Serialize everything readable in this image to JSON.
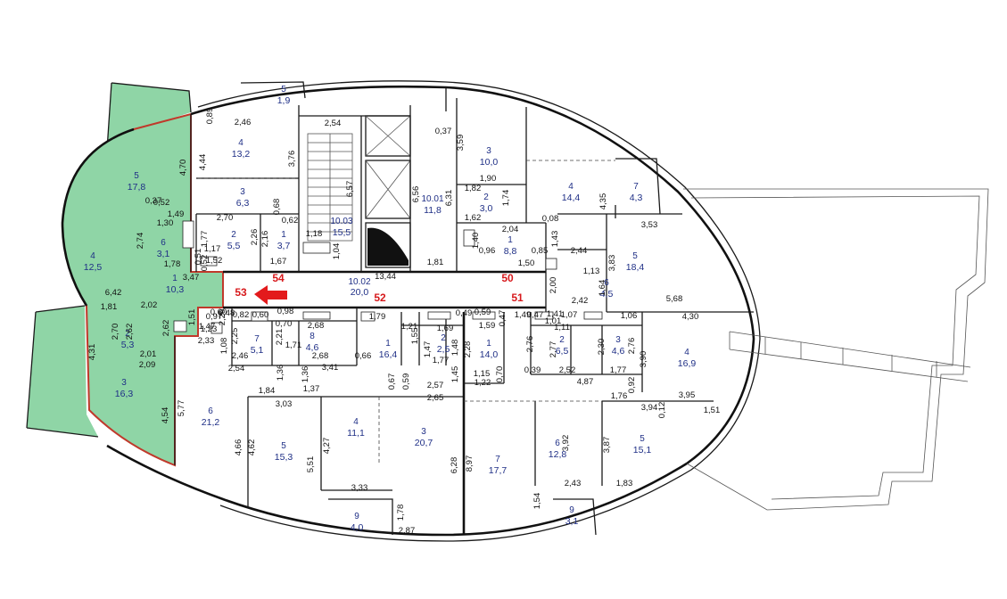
{
  "corridor": {
    "num": "10.02",
    "area": "20,0"
  },
  "rooms": [
    {
      "id": "w5",
      "num": "5",
      "area": "1,9"
    },
    {
      "id": "w4",
      "num": "4",
      "area": "13,2"
    },
    {
      "id": "w3",
      "num": "3",
      "area": "6,3"
    },
    {
      "id": "w2",
      "num": "2",
      "area": "5,5"
    },
    {
      "id": "w1",
      "num": "1",
      "area": "3,7"
    },
    {
      "id": "g5",
      "num": "5",
      "area": "17,8"
    },
    {
      "id": "g4",
      "num": "4",
      "area": "12,5"
    },
    {
      "id": "g6",
      "num": "6",
      "area": "3,1"
    },
    {
      "id": "g1",
      "num": "1",
      "area": "10,3"
    },
    {
      "id": "g2",
      "num": "2",
      "area": "5,3"
    },
    {
      "id": "g3",
      "num": "3",
      "area": "16,3"
    },
    {
      "id": "s1003",
      "num": "10.03",
      "area": "15,5"
    },
    {
      "id": "s1001",
      "num": "10.01",
      "area": "11,8"
    },
    {
      "id": "e3",
      "num": "3",
      "area": "10,0"
    },
    {
      "id": "e2",
      "num": "2",
      "area": "3,0"
    },
    {
      "id": "e1",
      "num": "1",
      "area": "8,8"
    },
    {
      "id": "e4",
      "num": "4",
      "area": "14,4"
    },
    {
      "id": "e7",
      "num": "7",
      "area": "4,3"
    },
    {
      "id": "e5",
      "num": "5",
      "area": "18,4"
    },
    {
      "id": "e6",
      "num": "6",
      "area": "4,5"
    },
    {
      "id": "sw7",
      "num": "7",
      "area": "5,1"
    },
    {
      "id": "sw8",
      "num": "8",
      "area": "4,6"
    },
    {
      "id": "sw6",
      "num": "6",
      "area": "21,2"
    },
    {
      "id": "sw5",
      "num": "5",
      "area": "15,3"
    },
    {
      "id": "sc1",
      "num": "1",
      "area": "16,4"
    },
    {
      "id": "sc2",
      "num": "2",
      "area": "2,5"
    },
    {
      "id": "sc4",
      "num": "4",
      "area": "11,1"
    },
    {
      "id": "sc3",
      "num": "3",
      "area": "20,7"
    },
    {
      "id": "sc9",
      "num": "9",
      "area": "4,0"
    },
    {
      "id": "se1",
      "num": "1",
      "area": "14,0"
    },
    {
      "id": "se7",
      "num": "7",
      "area": "17,7"
    },
    {
      "id": "se2",
      "num": "2",
      "area": "6,5"
    },
    {
      "id": "se3",
      "num": "3",
      "area": "4,6"
    },
    {
      "id": "se4",
      "num": "4",
      "area": "16,9"
    },
    {
      "id": "se6",
      "num": "6",
      "area": "12,8"
    },
    {
      "id": "se5",
      "num": "5",
      "area": "15,1"
    },
    {
      "id": "se9",
      "num": "9",
      "area": "3,1"
    }
  ],
  "markers": [
    "54",
    "53",
    "52",
    "50",
    "51"
  ],
  "dimensions": [
    "2,46",
    "0,89",
    "2,54",
    "0,37",
    "3,59",
    "3,76",
    "4,44",
    "4,70",
    "1,90",
    "1,74",
    "6,57",
    "6,56",
    "6,31",
    "1,82",
    "1,62",
    "0,68",
    "0,62",
    "2,70",
    "2,26",
    "2,16",
    "1,77",
    "1,17",
    "0,52",
    "0,51",
    "1,52",
    "1,18",
    "1,04",
    "1,67",
    "1,81",
    "13,44",
    "0,08",
    "2,04",
    "1,43",
    "1,40",
    "0,96",
    "0,85",
    "1,50",
    "2,44",
    "4,35",
    "3,53",
    "3,83",
    "1,13",
    "2,00",
    "1,64",
    "2,42",
    "5,68",
    "4,30",
    "0,37",
    "0,52",
    "1,49",
    "1,30",
    "2,74",
    "1,78",
    "3,47",
    "6,42",
    "1,81",
    "2,02",
    "1,51",
    "2,29",
    "0,60",
    "1,47",
    "1,23",
    "2,70",
    "2,62",
    "2,62",
    "2,01",
    "2,09",
    "4,31",
    "4,54",
    "5,77",
    "2,33",
    "1,08",
    "2,25",
    "2,46",
    "2,54",
    "2,21",
    "1,71",
    "2,68",
    "2,68",
    "1,36",
    "3,41",
    "0,66",
    "1,79",
    "1,21",
    "1,55",
    "1,69",
    "1,47",
    "1,48",
    "1,77",
    "2,28",
    "1,45",
    "1,59",
    "1,49",
    "0,47",
    "1,41",
    "1,11",
    "2,76",
    "2,77",
    "2,30",
    "2,76",
    "3,90",
    "0,39",
    "2,52",
    "1,77",
    "4,87",
    "0,67",
    "0,59",
    "2,57",
    "1,22",
    "1,15",
    "0,70",
    "2,65",
    "1,84",
    "1,37",
    "1,36",
    "3,03",
    "4,66",
    "4,62",
    "5,51",
    "4,27",
    "6,28",
    "8,97",
    "1,76",
    "3,95",
    "3,94",
    "0,12",
    "1,51",
    "3,92",
    "3,87",
    "2,43",
    "1,83",
    "3,33",
    "1,78",
    "2,87",
    "1,54",
    "0,82",
    "0,70",
    "0,97",
    "0,48",
    "1,06",
    "0,59",
    "0,49",
    "0,60",
    "0,98",
    "0,47",
    "1,01",
    "0,92",
    "1,07",
    "0,46"
  ]
}
